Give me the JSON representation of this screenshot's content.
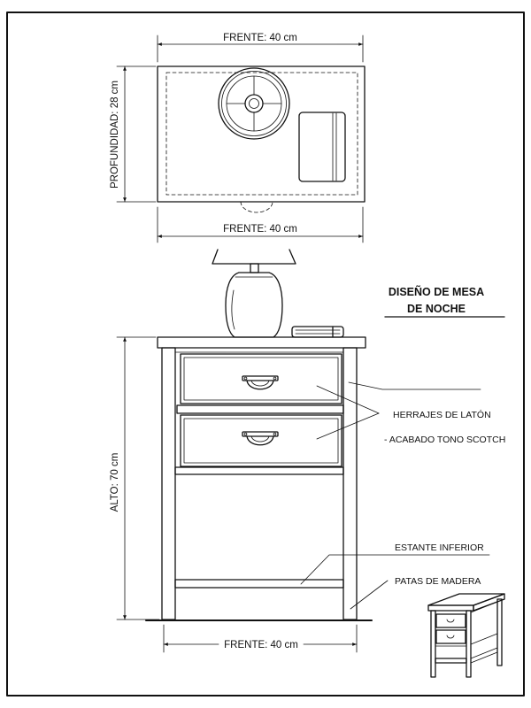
{
  "drawing": {
    "title": {
      "line1": "DISEÑO DE MESA",
      "line2": "DE NOCHE"
    },
    "plan_view": {
      "front_dimension_top": "FRENTE: 40 cm",
      "depth_dimension": "PROFUNDIDAD: 28 cm",
      "front_dimension_bottom": "FRENTE: 40 cm"
    },
    "elevation_view": {
      "height_dimension": "ALTO: 70 cm",
      "front_dimension": "FRENTE: 40 cm"
    },
    "callouts": {
      "hardware": "HERRAJES DE LATÓN",
      "finish": "- ACABADO TONO SCOTCH",
      "shelf": "ESTANTE INFERIOR",
      "legs": "PATAS DE MADERA"
    }
  },
  "colors": {
    "ink": "#111111",
    "paper": "#ffffff"
  }
}
